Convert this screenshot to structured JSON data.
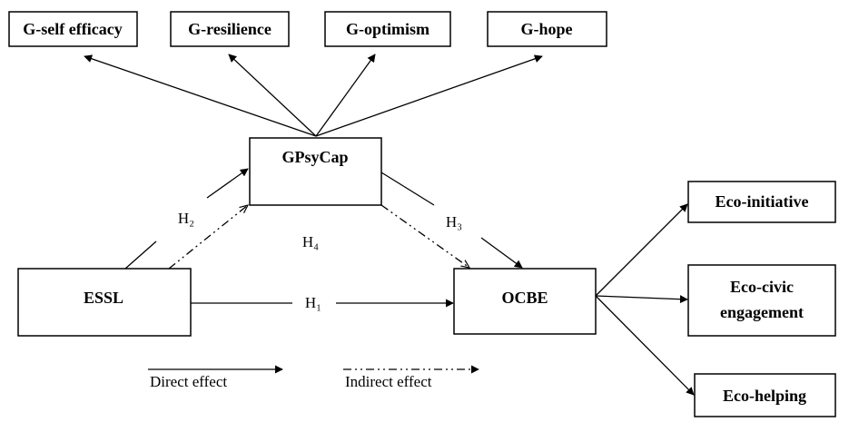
{
  "nodes": {
    "g_self_efficacy": "G-self efficacy",
    "g_resilience": "G-resilience",
    "g_optimism": "G-optimism",
    "g_hope": "G-hope",
    "gpsycap": "GPsyCap",
    "essl": "ESSL",
    "ocbe": "OCBE",
    "eco_initiative": "Eco-initiative",
    "eco_civic_line1": "Eco-civic",
    "eco_civic_line2": "engagement",
    "eco_helping": "Eco-helping"
  },
  "hypotheses": {
    "h1": "H₁",
    "h2": "H₂",
    "h3": "H₃",
    "h4": "H₄"
  },
  "legend": {
    "direct": "Direct effect",
    "indirect": "Indirect effect"
  }
}
